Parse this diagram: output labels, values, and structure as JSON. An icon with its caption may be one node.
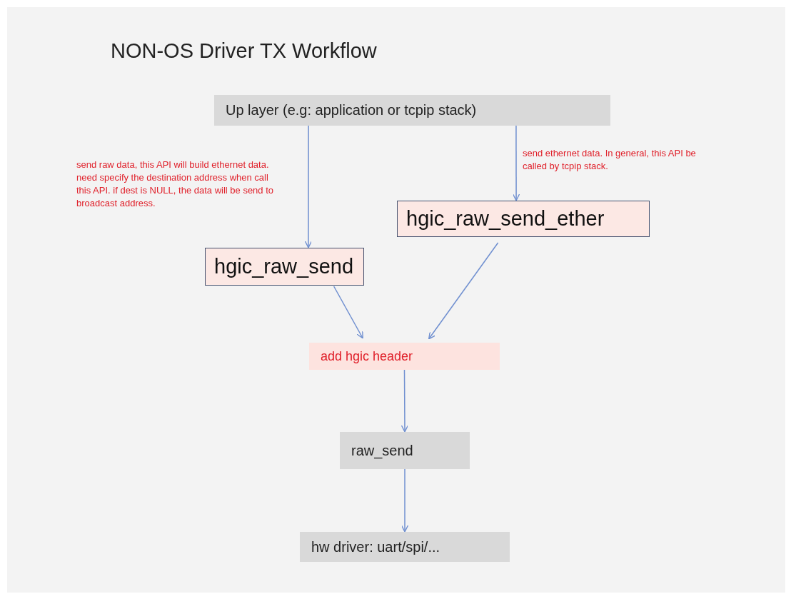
{
  "diagram": {
    "title": "NON-OS Driver TX Workflow",
    "nodes": [
      {
        "text": [
          "Up layer (e.g: application or tcpip stack)"
        ]
      },
      {
        "text": [
          "hgic_raw_send"
        ]
      },
      {
        "text": [
          "hgic_raw_send_ether"
        ]
      },
      {
        "text": [
          "add hgic header"
        ]
      },
      {
        "text": [
          "raw_send"
        ]
      },
      {
        "text": [
          "hw driver: uart/spi/..."
        ]
      }
    ],
    "edges": [
      {
        "from": 0,
        "to": 1,
        "arrow": "to",
        "label": "send raw data, this API will build ethernet data. need specify the destination address when call this API. if dest is NULL, the data will be send to broadcast address."
      },
      {
        "from": 0,
        "to": 2,
        "arrow": "to",
        "label": "send ethernet data. In general, this API be called by tcpip stack."
      },
      {
        "from": 1,
        "to": 3,
        "arrow": "to"
      },
      {
        "from": 2,
        "to": 3,
        "arrow": "to"
      },
      {
        "from": 3,
        "to": 4,
        "arrow": "to"
      },
      {
        "from": 4,
        "to": 5,
        "arrow": "to"
      }
    ]
  }
}
